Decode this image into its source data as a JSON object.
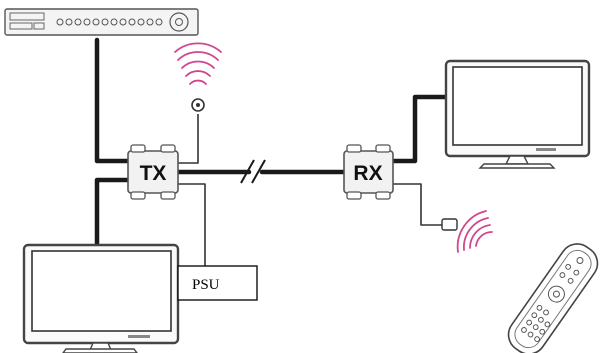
{
  "transmitter": {
    "label": "TX"
  },
  "receiver": {
    "label": "RX"
  },
  "power_supply": {
    "label": "PSU"
  },
  "colors": {
    "cable": "#1a1a1a",
    "device_outline": "#555555",
    "device_fill": "#f2f2f2",
    "signal_waves": "#d1478f",
    "screen": "#ffffff"
  },
  "icons": [
    "dvr-recorder-icon",
    "ir-eye-sensor-icon",
    "ir-emitter-icon",
    "monitor-icon",
    "remote-control-icon",
    "wireless-signal-icon",
    "cable-break-icon"
  ]
}
